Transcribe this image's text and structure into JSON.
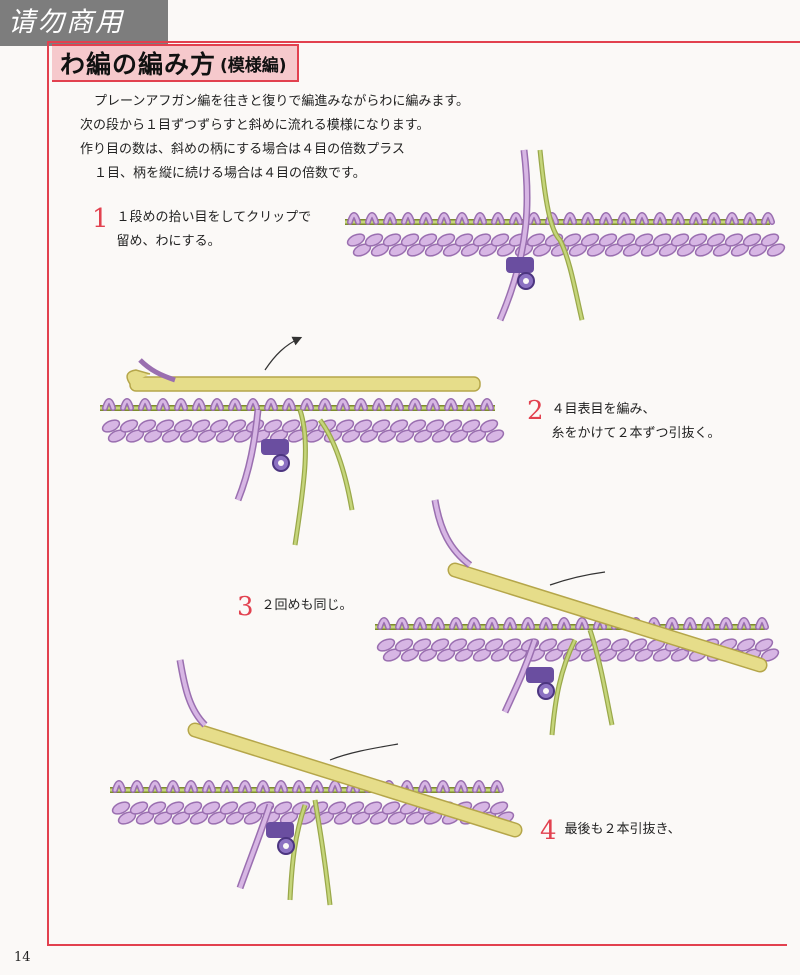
{
  "watermark": "请勿商用",
  "title": {
    "main": "わ編の編み方",
    "sub": "(模様編)"
  },
  "intro": [
    "プレーンアフガン編を往きと復りで編進みながらわに編みます。",
    "次の段から１目ずつずらすと斜めに流れる模様になります。",
    "作り目の数は、斜めの柄にする場合は４目の倍数プラス",
    "１目、柄を縦に続ける場合は４目の倍数です。"
  ],
  "steps": [
    {
      "num": "1",
      "lines": [
        "１段めの拾い目をしてクリップで",
        "留め、わにする。"
      ]
    },
    {
      "num": "2",
      "lines": [
        "４目表目を編み、",
        "糸をかけて２本ずつ引抜く。"
      ]
    },
    {
      "num": "3",
      "lines": [
        "２回めも同じ。"
      ]
    },
    {
      "num": "4",
      "lines": [
        "最後も２本引抜き、"
      ]
    }
  ],
  "page_number": "14",
  "colors": {
    "accent": "#e2414f",
    "title_bg": "#f6c9cc",
    "yarn": "#c9a4d8",
    "yarn_dark": "#9a6fb0",
    "green_yarn": "#b9cf6a",
    "needle": "#f1eaa2",
    "clip": "#6a4ea0"
  }
}
